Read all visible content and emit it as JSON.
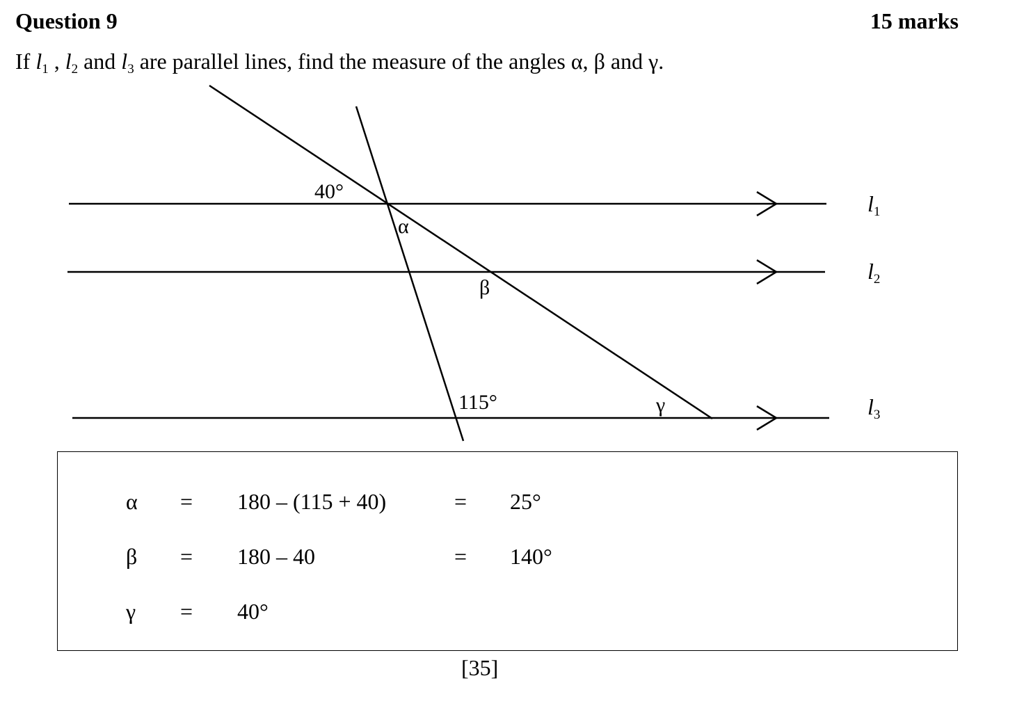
{
  "header": {
    "title": "Question 9",
    "marks": "15 marks"
  },
  "question": {
    "prefix": "If ",
    "line_letter": "l",
    "sub1": "1",
    "sep1": " , ",
    "sub2": "2",
    "and": " and ",
    "sub3": "3",
    "suffix": " are parallel lines, find the measure of the angles α, β and γ."
  },
  "diagram": {
    "line_labels": {
      "l1": {
        "letter": "l",
        "sub": "1"
      },
      "l2": {
        "letter": "l",
        "sub": "2"
      },
      "l3": {
        "letter": "l",
        "sub": "3"
      }
    },
    "angle_labels": {
      "given_40": "40°",
      "alpha": "α",
      "beta": "β",
      "given_115": "115°",
      "gamma": "γ"
    }
  },
  "answer": {
    "rows": [
      {
        "var": "α",
        "eq1": "=",
        "expr": "180 – (115 + 40)",
        "eq2": "=",
        "result": "25°"
      },
      {
        "var": "β",
        "eq1": "=",
        "expr": "180 – 40",
        "eq2": "=",
        "result": "140°"
      },
      {
        "var": "γ",
        "eq1": "=",
        "expr": "40°",
        "eq2": "",
        "result": ""
      }
    ]
  },
  "footer": {
    "page": "[35]"
  }
}
